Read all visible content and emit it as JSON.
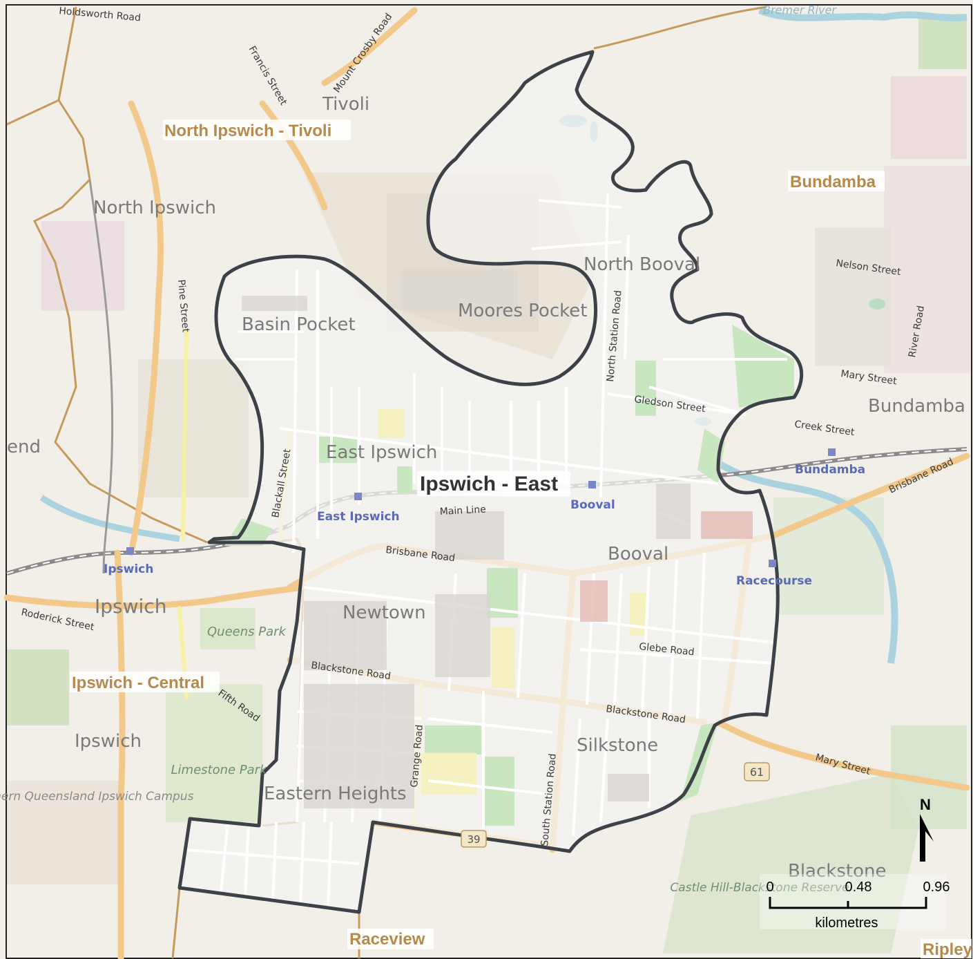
{
  "map": {
    "title": "Ipswich - East",
    "regions": [
      "North Ipswich - Tivoli",
      "Bundamba",
      "Ipswich - Central",
      "Raceview",
      "Ripley"
    ],
    "suburbs": [
      "Tivoli",
      "North Ipswich",
      "North Booval",
      "Moores Pocket",
      "Basin Pocket",
      "East Ipswich",
      "Bundamba",
      "Booval",
      "Newtown",
      "Ipswich",
      "Silkstone",
      "Eastern Heights",
      "Blackstone",
      "end"
    ],
    "parks": [
      "Queens Park",
      "Limestone Park",
      "University of Southern Queensland Ipswich Campus",
      "Castle Hill-Blackstone Reserve"
    ],
    "streets": [
      "Holdsworth Road",
      "Francis Street",
      "Mount Crosby Road",
      "Pine Street",
      "North Station Road",
      "Nelson Street",
      "River Road",
      "Mary Street",
      "Gledson Street",
      "Creek Street",
      "Brisbane Road",
      "Blackall Street",
      "Main Line",
      "Roderick Street",
      "Glebe Road",
      "Blackstone Road",
      "Grange Road",
      "South Station Road",
      "Fifth Road",
      "Mary Street"
    ],
    "stations": [
      "East Ipswich",
      "Booval",
      "Bundamba",
      "Ipswich",
      "Racecourse"
    ],
    "road_shields": [
      "61",
      "39"
    ],
    "river_label": "Bremer River",
    "colors": {
      "boundary": "#3d4248",
      "background": "#f2efe9",
      "inside": "#f4f3f0",
      "major_road": "#f3c98b",
      "minor_road": "#ffffff",
      "park": "#c8e6c0",
      "water": "#aad3df",
      "region_label": "#b58a4c",
      "station": "#5a6ab8",
      "admin_line": "#c69a5c"
    }
  },
  "scale": {
    "ticks": [
      "0",
      "0.48",
      "0.96"
    ],
    "unit": "kilometres"
  },
  "north": {
    "label": "N"
  }
}
